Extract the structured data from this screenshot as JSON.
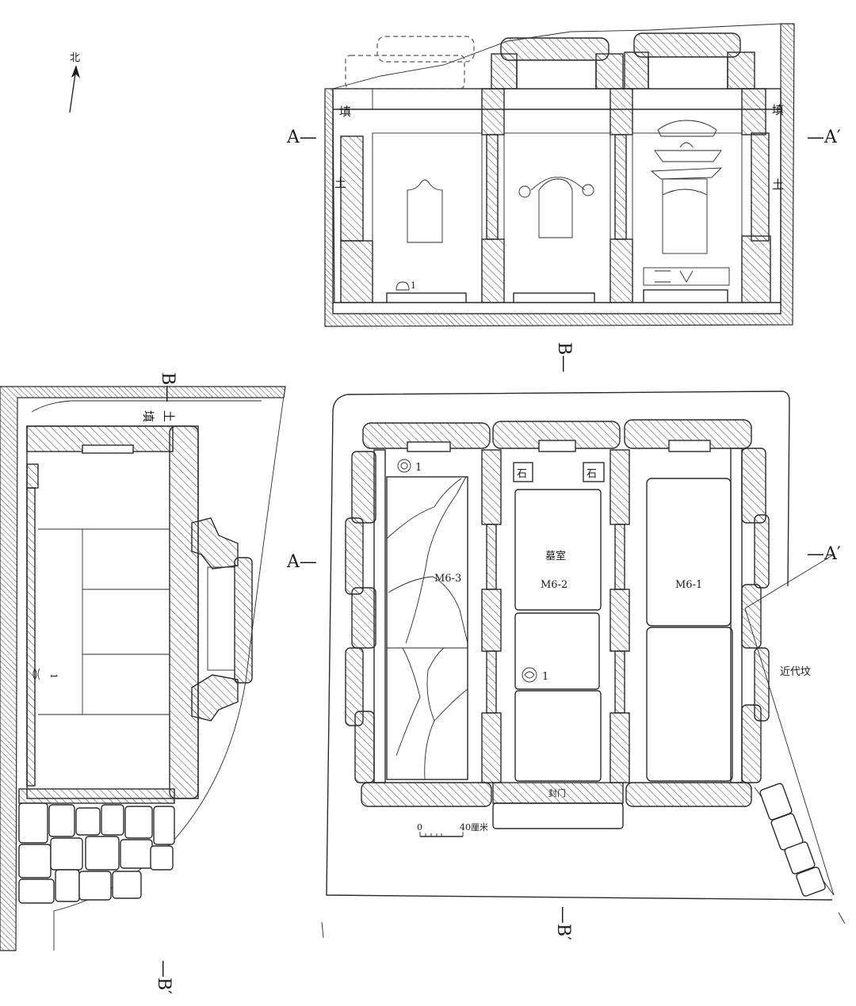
{
  "north": {
    "label": "北"
  },
  "section_aa": {
    "left_marker": "A—",
    "right_marker": "—A′",
    "fill_left_top": "填",
    "fill_left_bottom": "土",
    "fill_right_top": "填",
    "fill_right_bottom": "土",
    "object_label": "1"
  },
  "section_bb": {
    "top_marker": "B—",
    "bottom_marker": "—B′",
    "fill_top": "填",
    "fill_bottom": "土",
    "object_label": "1"
  },
  "plan": {
    "top_marker": "B—",
    "bottom_marker": "—B′",
    "left_marker": "A—",
    "right_marker": "—A′",
    "chamber_left": "M6-3",
    "chamber_mid_title": "墓室",
    "chamber_mid": "M6-2",
    "chamber_right": "M6-1",
    "stone_left": "石",
    "stone_right": "石",
    "object_1a": "1",
    "object_1b": "1",
    "door_label": "封门",
    "modern_tomb": "近代坟"
  },
  "scale": {
    "zero": "0",
    "value": "40厘米"
  }
}
